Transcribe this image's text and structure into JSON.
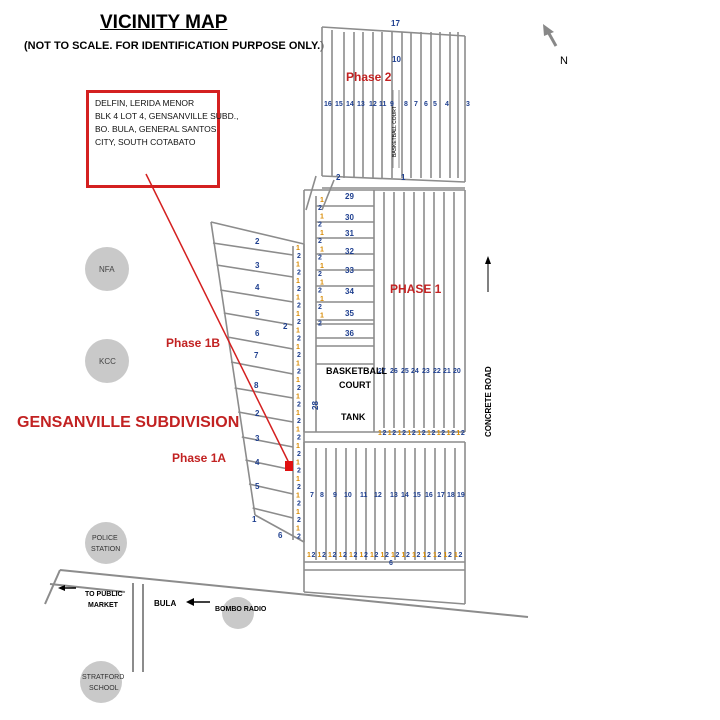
{
  "title": "VICINITY MAP",
  "subtitle": "(NOT TO SCALE. FOR IDENTIFICATION PURPOSE ONLY.)",
  "owner": {
    "name": "DELFIN, LERIDA MENOR",
    "line1": "BLK 4 LOT 4, GENSANVILLE SUBD.,",
    "line2": "BO. BULA, GENERAL SANTOS",
    "line3": "CITY, SOUTH COTABATO"
  },
  "north": "N",
  "labels": {
    "phase2": "Phase 2",
    "phase1": "PHASE 1",
    "phase1b": "Phase 1B",
    "phase1a": "Phase 1A",
    "subdivision": "GENSANVILLE SUBDIVISION",
    "basketball1": "BASKETBALL",
    "basketball2": "COURT",
    "tank": "TANK",
    "road": "CONCRETE ROAD",
    "court": "BASKETBALL COURT",
    "public_market1": "TO PUBLIC",
    "public_market2": "MARKET",
    "bula": "BULA",
    "bombo": "BOMBO RADIO"
  },
  "landmarks": {
    "nfa": "NFA",
    "kcc": "KCC",
    "police1": "POLICE",
    "police2": "STATION",
    "school1": "STRATFORD",
    "school2": "SCHOOL"
  },
  "block_numbers": {
    "b17": "17",
    "b10": "10",
    "b1_top": "1",
    "b2_top": "2",
    "b28": "28",
    "b6_bottom": "6"
  },
  "phase2_lots": [
    "16",
    "15",
    "14",
    "13",
    "12",
    "11",
    "9",
    "8",
    "7",
    "6",
    "5",
    "4",
    "3"
  ],
  "phase1_side_lots": [
    "29",
    "30",
    "31",
    "32",
    "33",
    "34",
    "35",
    "36"
  ],
  "phase1_row_lots": [
    "27",
    "26",
    "25",
    "24",
    "23",
    "22",
    "21",
    "20"
  ],
  "phase1a_row_lots": [
    "7",
    "8",
    "9",
    "10",
    "11",
    "12",
    "13",
    "14",
    "15",
    "16",
    "17",
    "18",
    "19"
  ],
  "phase1b_lots": [
    "2",
    "3",
    "4",
    "5",
    "6",
    "7",
    "8"
  ],
  "phase1a_lots": [
    "2",
    "3",
    "4",
    "5",
    "1"
  ],
  "phase1a_corner": "6",
  "phase1b_side_lot": "2",
  "stripe_lots": [
    "1",
    "2"
  ],
  "colors": {
    "lot_outline": "#8c8c8c",
    "road_fill": "#ffffff",
    "lot_number": "#1e3f8f",
    "phase_label": "#c22222",
    "marker": "#e01010",
    "pin_line": "#d42020",
    "landmark": "#c9c9c9",
    "orange_lot": "#d88a00"
  }
}
